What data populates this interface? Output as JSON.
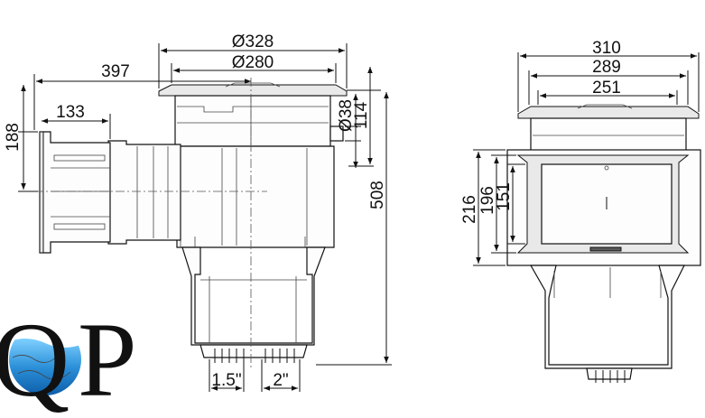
{
  "side_view": {
    "dims": {
      "d328": "Ø328",
      "d280": "Ø280",
      "len397": "397",
      "len133": "133",
      "h188": "188",
      "d38": "Ø38",
      "h114": "114",
      "h508": "508",
      "port_a": "1.5\"",
      "port_b": "2\""
    }
  },
  "front_view": {
    "dims": {
      "w310": "310",
      "w289": "289",
      "w251": "251",
      "h216": "216",
      "h196": "196",
      "h151": "151"
    }
  },
  "logo": {
    "text_q": "Q",
    "text_p": "P",
    "water_color": "#2a8fd8"
  }
}
